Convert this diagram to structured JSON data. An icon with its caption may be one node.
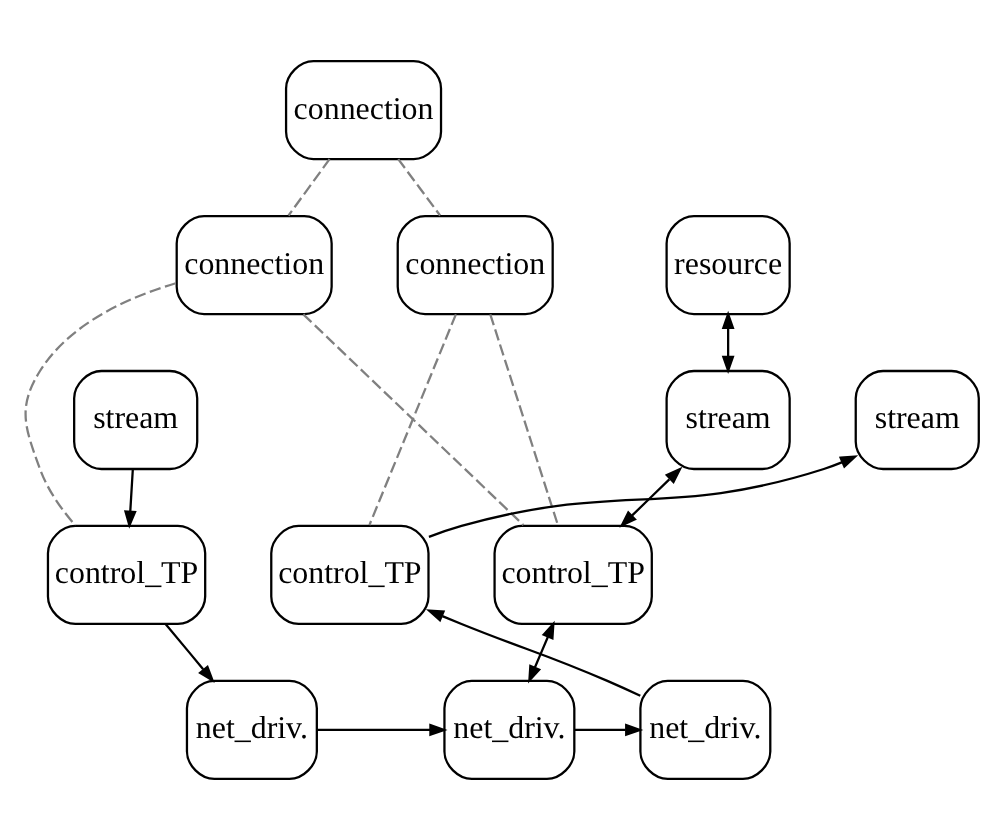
{
  "diagram": {
    "nodes": [
      {
        "text": [
          "connection"
        ]
      },
      {
        "text": [
          "connection"
        ]
      },
      {
        "text": [
          "resource"
        ]
      },
      {
        "text": [
          "connection"
        ]
      },
      {
        "text": [
          "stream"
        ]
      },
      {
        "text": [
          "stream"
        ]
      },
      {
        "text": [
          "stream"
        ]
      },
      {
        "text": [
          "control_TP"
        ]
      },
      {
        "text": [
          "control_TP"
        ]
      },
      {
        "text": [
          "control_TP"
        ]
      },
      {
        "text": [
          "net_driv."
        ]
      },
      {
        "text": [
          "net_driv."
        ]
      },
      {
        "text": [
          "net_driv."
        ]
      }
    ],
    "edges": [
      {
        "from": 0,
        "to": 1,
        "arrow": "none",
        "style": "dashed",
        "color": "#808080"
      },
      {
        "from": 0,
        "to": 3,
        "arrow": "none",
        "style": "dashed",
        "color": "#808080"
      },
      {
        "from": 2,
        "to": 5,
        "arrow": "both"
      },
      {
        "from": 1,
        "to": 7,
        "arrow": "none",
        "style": "dashed",
        "color": "#808080"
      },
      {
        "from": 1,
        "to": 8,
        "arrow": "none",
        "style": "dashed",
        "color": "#808080"
      },
      {
        "from": 3,
        "to": 8,
        "arrow": "none",
        "style": "dashed",
        "color": "#808080"
      },
      {
        "from": 3,
        "to": 9,
        "arrow": "none",
        "style": "dashed",
        "color": "#808080"
      },
      {
        "from": 4,
        "to": 7,
        "arrow": "to"
      },
      {
        "from": 5,
        "to": 8,
        "arrow": "both"
      },
      {
        "from": 9,
        "to": 6,
        "arrow": "to"
      },
      {
        "from": 7,
        "to": 10,
        "arrow": "to"
      },
      {
        "from": 8,
        "to": 11,
        "arrow": "both"
      },
      {
        "from": 12,
        "to": 9,
        "arrow": "to"
      },
      {
        "from": 10,
        "to": 11,
        "arrow": "to"
      },
      {
        "from": 11,
        "to": 12,
        "arrow": "to"
      }
    ]
  }
}
